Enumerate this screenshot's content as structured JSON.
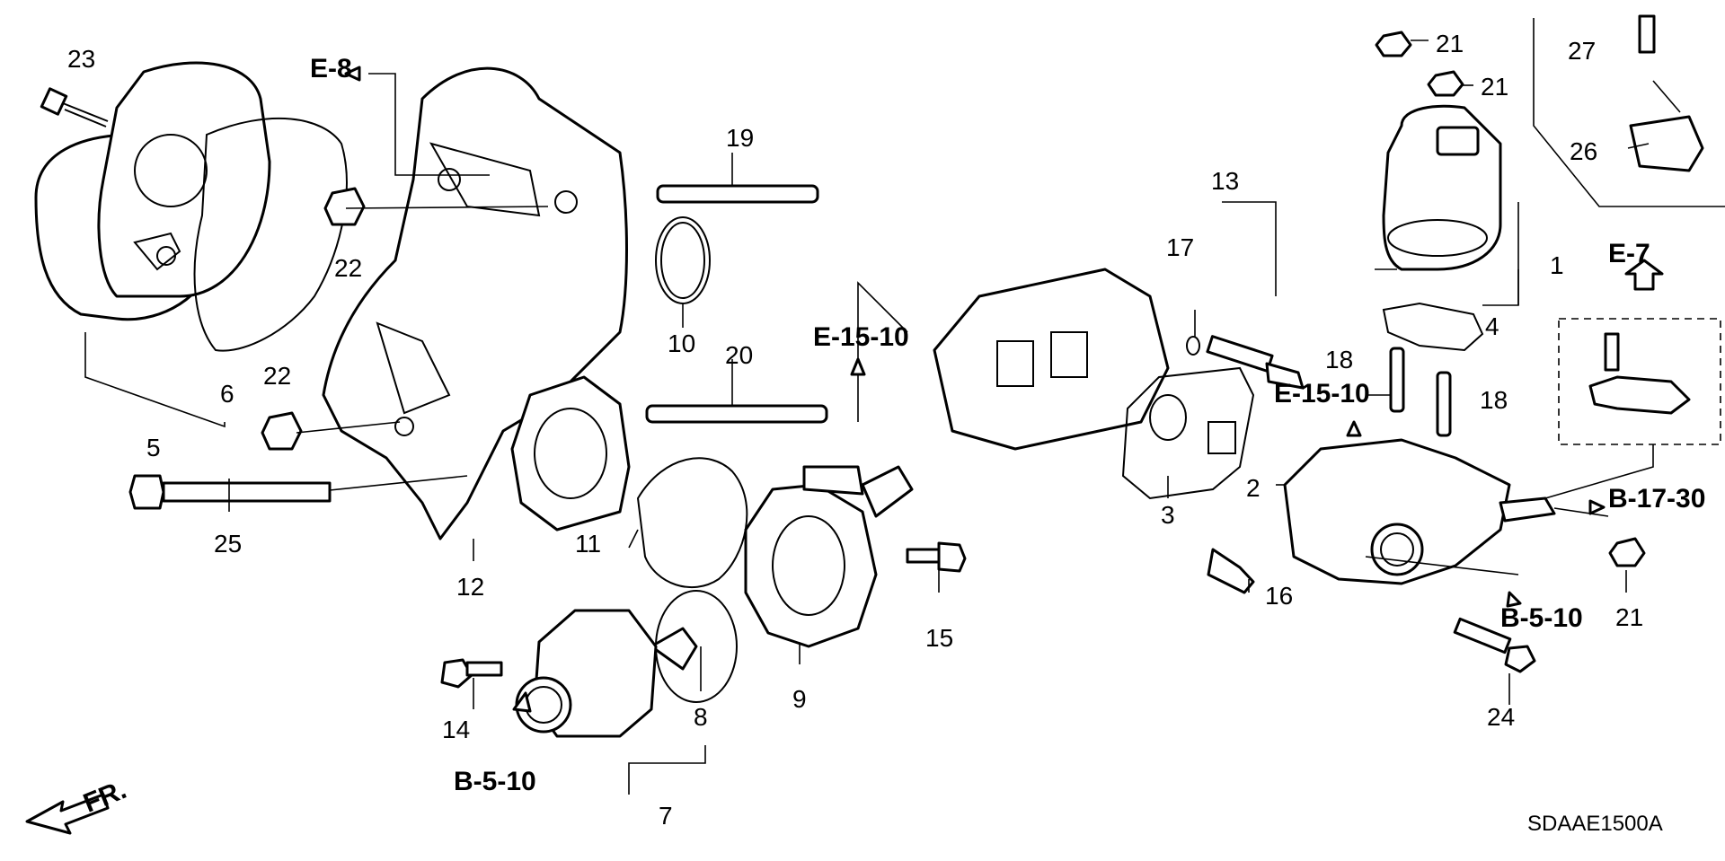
{
  "labels": {
    "p1": "1",
    "p2": "2",
    "p3": "3",
    "p4": "4",
    "p5": "5",
    "p6": "6",
    "p7": "7",
    "p8": "8",
    "p9": "9",
    "p10": "10",
    "p11": "11",
    "p12": "12",
    "p13": "13",
    "p14": "14",
    "p15": "15",
    "p16": "16",
    "p17": "17",
    "p18a": "18",
    "p18b": "18",
    "p19": "19",
    "p20": "20",
    "p21a": "21",
    "p21b": "21",
    "p21c": "21",
    "p22a": "22",
    "p22b": "22",
    "p23": "23",
    "p24": "24",
    "p25": "25",
    "p26": "26",
    "p27": "27"
  },
  "refs": {
    "e8": "E-8",
    "e15_10_a": "E-15-10",
    "e15_10_b": "E-15-10",
    "e7": "E-7",
    "b17_30": "B-17-30",
    "b5_10_a": "B-5-10",
    "b5_10_b": "B-5-10"
  },
  "front_marker": "FR.",
  "diagram_code": "SDAAE1500A"
}
